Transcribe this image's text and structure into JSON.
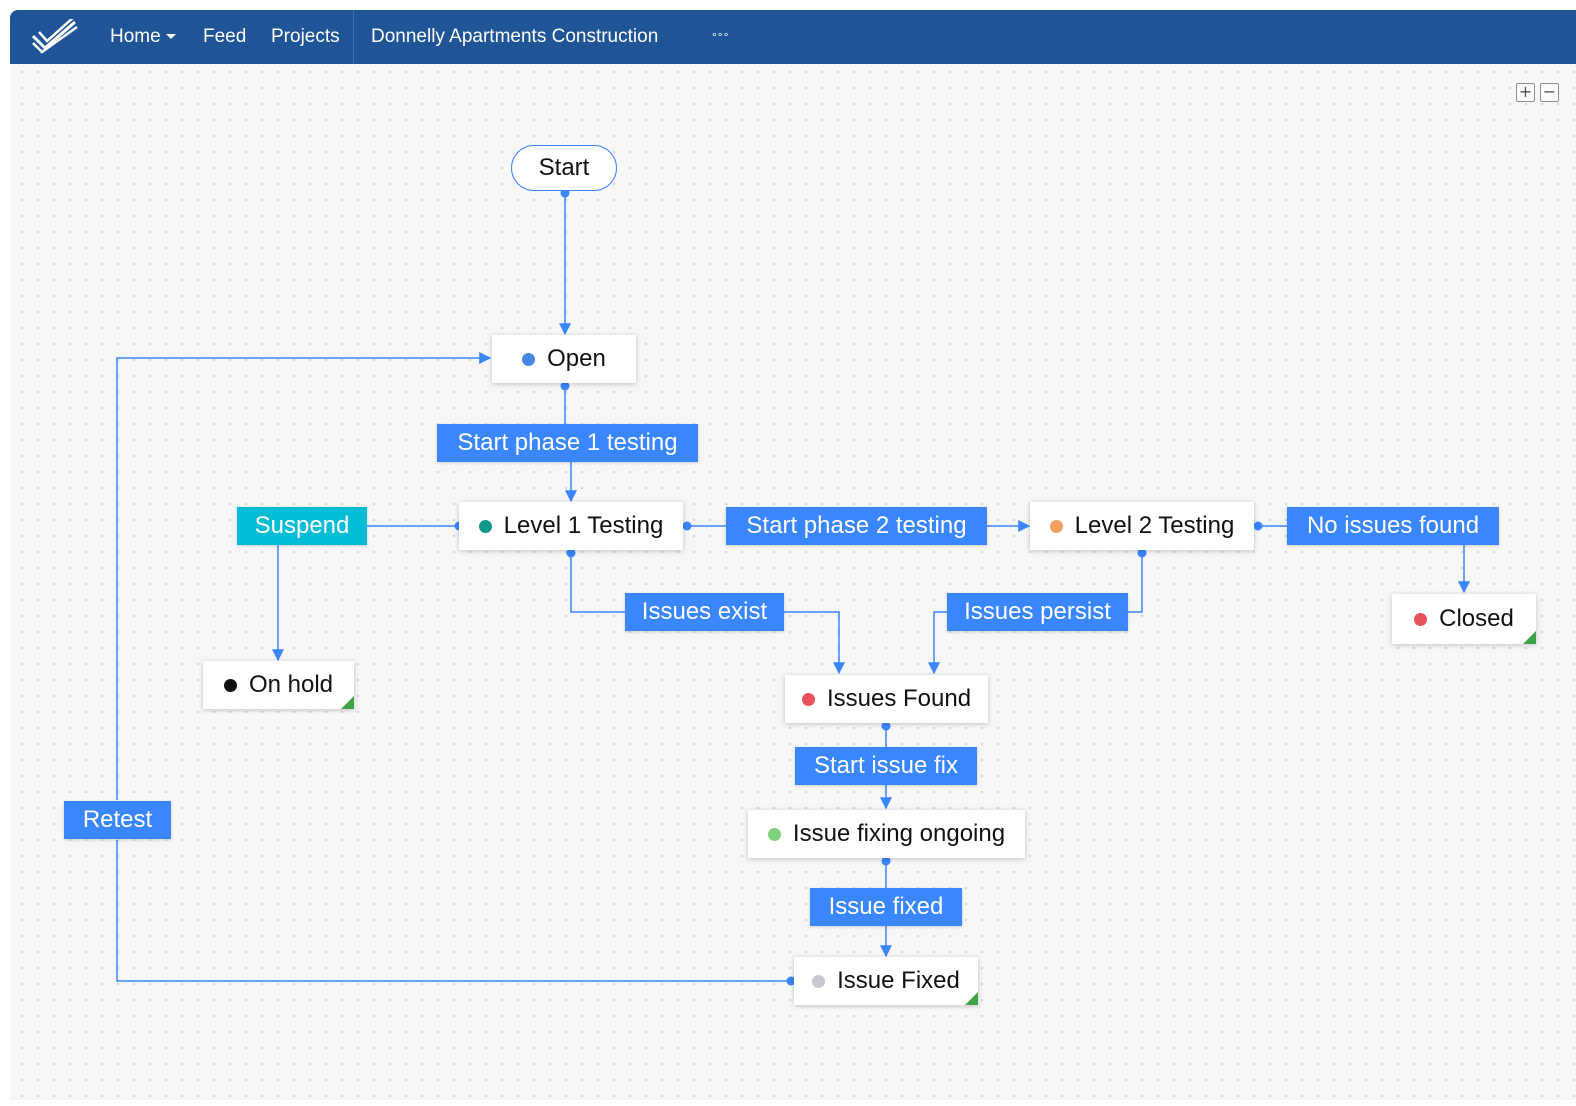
{
  "colors": {
    "header_bg": "#1f5597",
    "accent": "#3a86ff",
    "suspend": "#00bcd4",
    "connector": "#3a86ff",
    "final_marker": "#3fa447"
  },
  "header": {
    "logo_icon": "double-check-icon",
    "nav": {
      "home": "Home",
      "feed": "Feed",
      "projects": "Projects",
      "project": "Donnelly Apartments Construction",
      "more": "°°°"
    }
  },
  "zoom": {
    "in": "+",
    "out": "−"
  },
  "workflow": {
    "start": "Start",
    "states": {
      "open": {
        "label": "Open",
        "color": "#4a86e8"
      },
      "level1": {
        "label": "Level 1 Testing",
        "color": "#12968a"
      },
      "level2": {
        "label": "Level 2 Testing",
        "color": "#f0a060"
      },
      "closed": {
        "label": "Closed",
        "color": "#e8505b"
      },
      "onhold": {
        "label": "On hold",
        "color": "#111111"
      },
      "issues_found": {
        "label": "Issues Found",
        "color": "#e8505b"
      },
      "fixing": {
        "label": "Issue fixing ongoing",
        "color": "#7ed07a"
      },
      "fixed": {
        "label": "Issue Fixed",
        "color": "#c5c8ce"
      }
    },
    "transitions": {
      "phase1": "Start phase 1 testing",
      "phase2": "Start phase 2 testing",
      "no_issues": "No issues found",
      "suspend": "Suspend",
      "issues_exist": "Issues exist",
      "issues_persist": "Issues persist",
      "start_fix": "Start issue fix",
      "issue_fixed": "Issue fixed",
      "retest": "Retest"
    }
  }
}
